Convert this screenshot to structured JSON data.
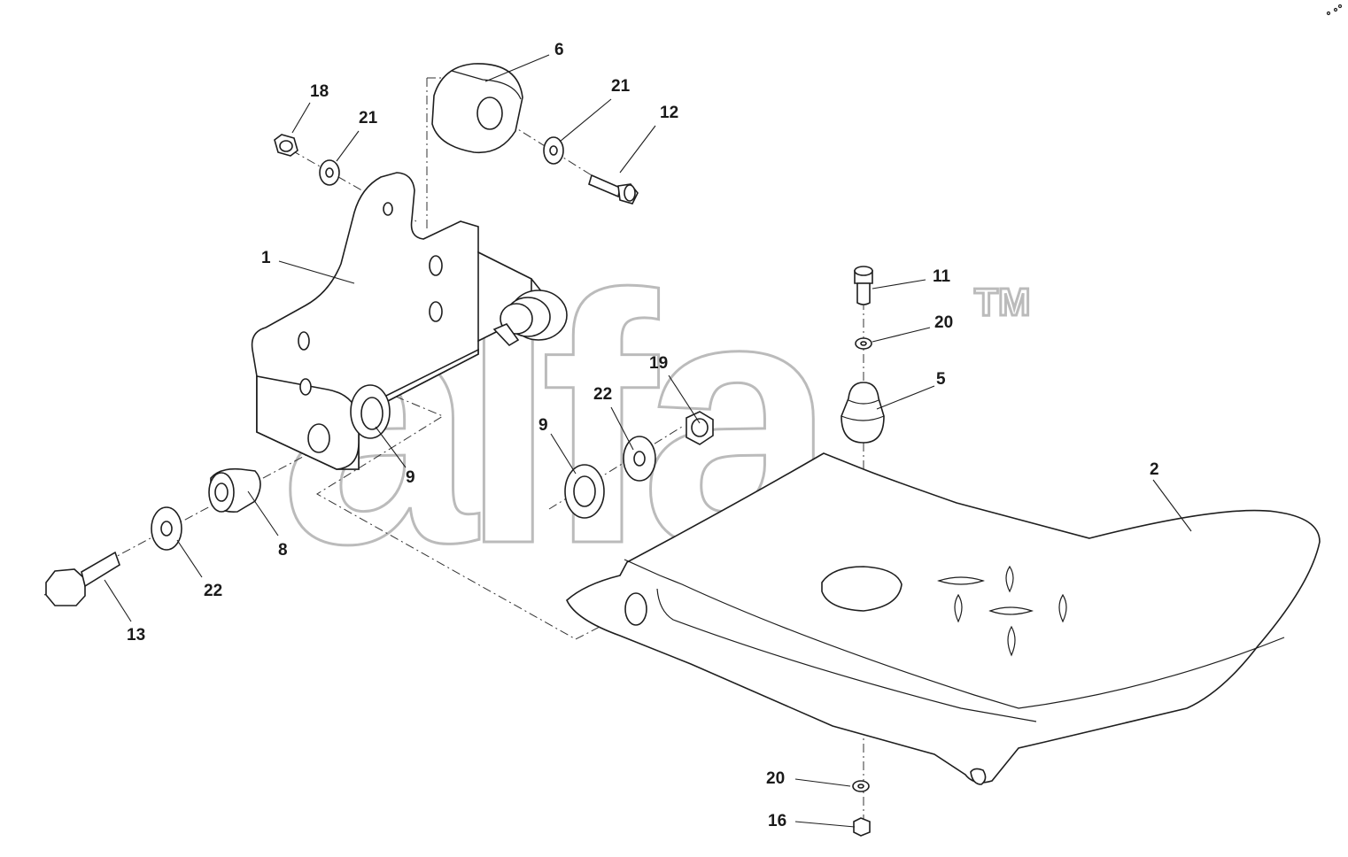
{
  "watermark": {
    "text": "alfa",
    "tm": "TM"
  },
  "callouts": [
    {
      "id": "6",
      "text": "6"
    },
    {
      "id": "18",
      "text": "18"
    },
    {
      "id": "21a",
      "text": "21"
    },
    {
      "id": "21b",
      "text": "21"
    },
    {
      "id": "12",
      "text": "12"
    },
    {
      "id": "1",
      "text": "1"
    },
    {
      "id": "11",
      "text": "11"
    },
    {
      "id": "20a",
      "text": "20"
    },
    {
      "id": "5",
      "text": "5"
    },
    {
      "id": "19",
      "text": "19"
    },
    {
      "id": "22a",
      "text": "22"
    },
    {
      "id": "9a",
      "text": "9"
    },
    {
      "id": "9b",
      "text": "9"
    },
    {
      "id": "2",
      "text": "2"
    },
    {
      "id": "8",
      "text": "8"
    },
    {
      "id": "22b",
      "text": "22"
    },
    {
      "id": "13",
      "text": "13"
    },
    {
      "id": "20b",
      "text": "20"
    },
    {
      "id": "16",
      "text": "16"
    }
  ]
}
